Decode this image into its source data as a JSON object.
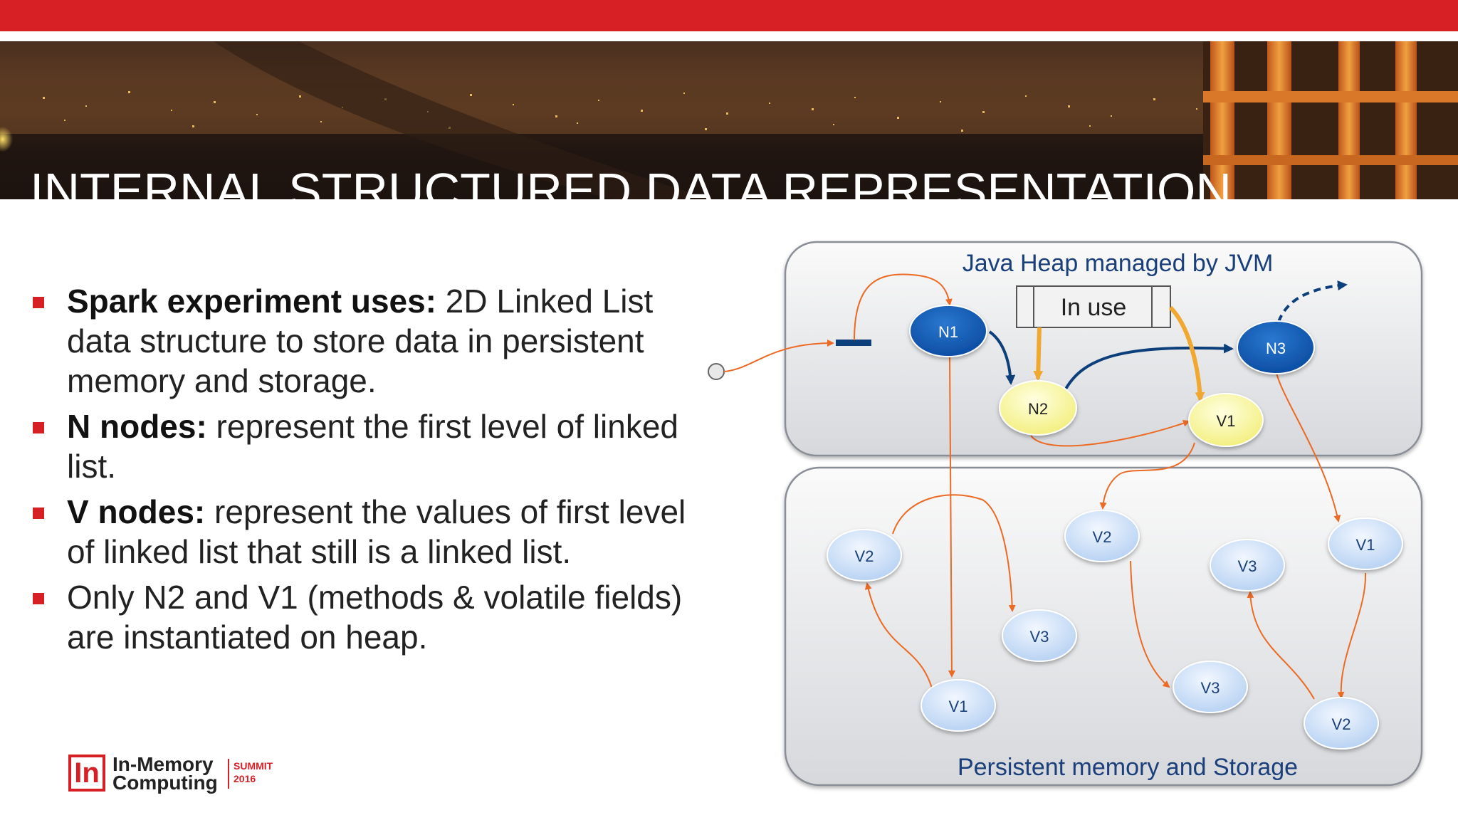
{
  "slide": {
    "title": "INTERNAL STRUCTURED DATA REPRESENTATION",
    "accent_color": "#d71f26"
  },
  "bullets": [
    {
      "bold": "Spark experiment uses:",
      "text": "  2D Linked List data structure to store data in persistent memory and storage."
    },
    {
      "bold": "N nodes:",
      "text": " represent the first level of linked list."
    },
    {
      "bold": "V nodes:",
      "text": "  represent the values of first level of linked list that still is a linked list."
    },
    {
      "bold": "",
      "text": "Only N2 and V1  (methods & volatile fields) are instantiated on heap."
    }
  ],
  "diagram": {
    "heap_label": "Java Heap managed by JVM",
    "storage_label": "Persistent memory and Storage",
    "in_use_label": "In use",
    "heap_nodes": {
      "n1": "N1",
      "n2": "N2",
      "n3": "N3",
      "v1": "V1"
    },
    "storage_nodes": {
      "v2a": "V2",
      "v3a": "V3",
      "v1a": "V1",
      "v2b": "V2",
      "v3b": "V3",
      "v3c": "V3",
      "v1c": "V1",
      "v2c": "V2"
    }
  },
  "logo": {
    "box": "In",
    "line1": "In-Memory",
    "line2": "Computing",
    "summit": "SUMMIT",
    "year": "2016"
  }
}
